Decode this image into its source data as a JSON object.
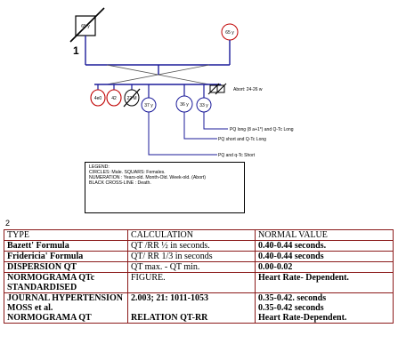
{
  "figure": {
    "top_label": "1",
    "bottom_label": "2",
    "proband_age": "65 y",
    "spouse_age": "65 y",
    "children": [
      {
        "label": "4e0",
        "shape": "circle",
        "red": true
      },
      {
        "label": "42",
        "shape": "circle",
        "red": true
      },
      {
        "label": "22 M",
        "shape": "circle",
        "red": false,
        "deceased": true
      },
      {
        "label": "37 y",
        "shape": "circle",
        "red": false
      },
      {
        "label": "36 y",
        "shape": "circle",
        "red": false
      },
      {
        "label": "33 y",
        "shape": "circle",
        "red": false
      },
      {
        "label": "",
        "shape": "square",
        "deceased": true
      },
      {
        "label": "",
        "shape": "square",
        "deceased": true
      }
    ],
    "abort_label": "Abort: 24-26 w",
    "annotations": [
      "PQ long (8 a+1*) and Q-Tc Long",
      "PQ short and Q-Tc Long",
      "PQ and q-Tc Short"
    ],
    "legend": [
      "LEGEND:",
      "CIRCLES: Male. SQUARS: Females.",
      "NUMERATION : Years-old. Month-Old. Week-old. (Abort)",
      "BLACK CROSS-LINE : Death."
    ]
  },
  "table": {
    "headers": [
      "TYPE",
      "CALCULATION",
      "NORMAL VALUE"
    ],
    "rows": [
      {
        "type": "Bazett' Formula",
        "calc": "QT /RR ½ in seconds.",
        "normal": "0.40-0.44 seconds."
      },
      {
        "type": "Fridericia' Formula",
        "calc": "QT/ RR 1/3 in seconds",
        "normal": "0.40-0.44 seconds"
      },
      {
        "type": "DISPERSION QT",
        "calc": "QT max. - QT min.",
        "normal": "0.00-0.02"
      },
      {
        "type": "NORMOGRAMA QTc STANDARDISED",
        "calc": "FIGURE.",
        "normal": "Heart Rate- Dependent."
      },
      {
        "type": "JOURNAL HYPERTENSION",
        "calc": "2.003; 21: 1011-1053",
        "normal": "0.35-0.42. seconds"
      },
      {
        "type": "MOSS et al.",
        "calc": "",
        "normal": "0.35-0.42 seconds"
      },
      {
        "type": "NORMOGRAMA QT",
        "calc": "RELATION QT-RR",
        "normal": "Heart Rate-Dependent."
      }
    ]
  }
}
